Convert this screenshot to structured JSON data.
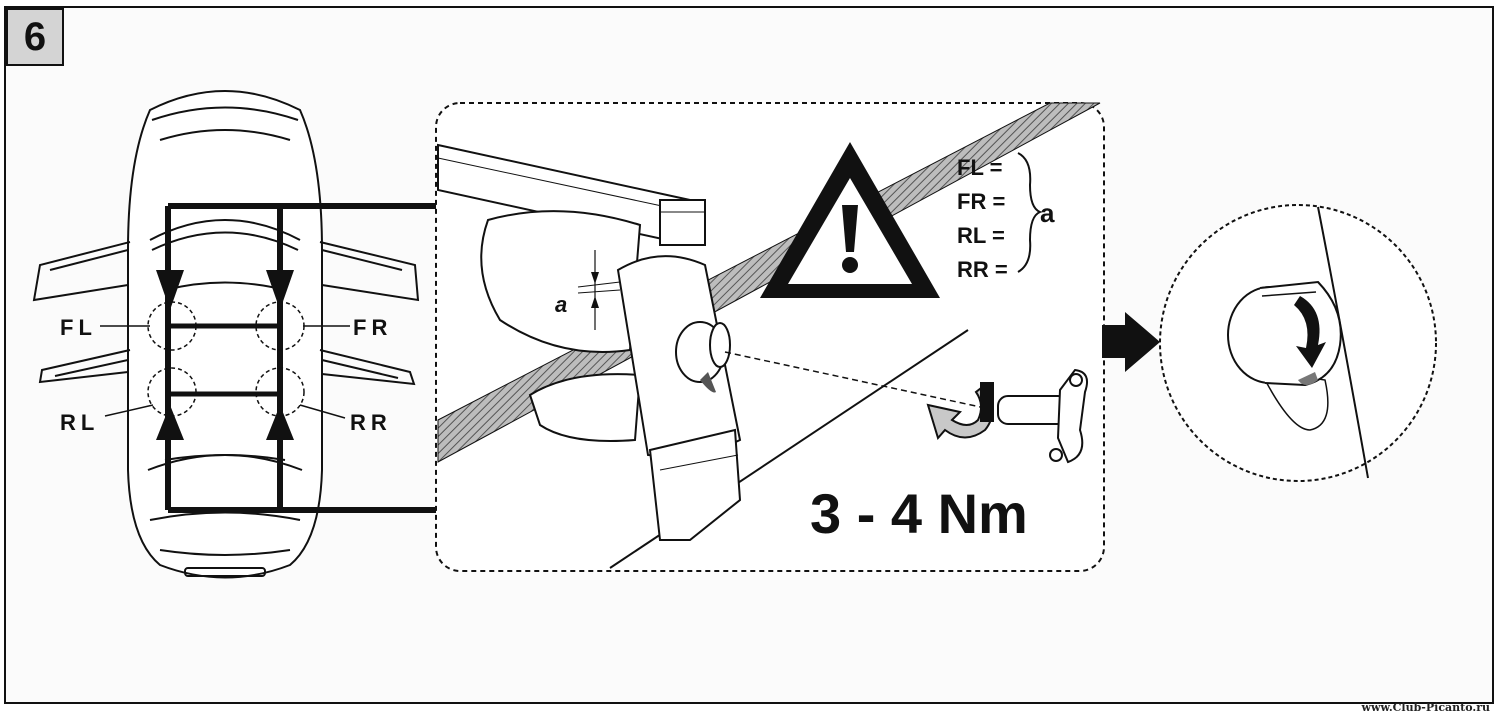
{
  "step_number": "6",
  "position_labels": {
    "fl": "FL",
    "fr": "FR",
    "rl": "RL",
    "rr": "RR"
  },
  "gap_label": "a",
  "equation": {
    "rows": [
      "FL =",
      "FR =",
      "RL =",
      "RR ="
    ],
    "value": "a"
  },
  "torque": "3 - 4 Nm",
  "watermark": "www.Club-Picanto.ru",
  "icons": [
    "car-top-view-icon",
    "warning-triangle-icon",
    "roof-rack-foot-icon",
    "torque-key-icon",
    "rotate-arrow-icon",
    "pointer-arrow-icon"
  ]
}
